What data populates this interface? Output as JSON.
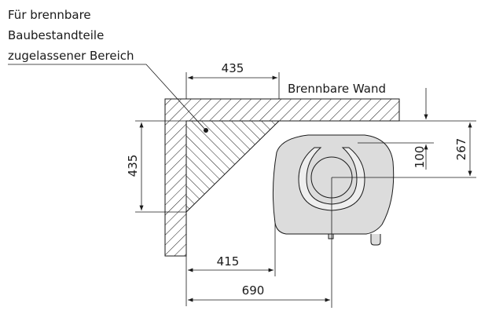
{
  "labels": {
    "zone_line1": "Für brennbare",
    "zone_line2": "Baubestandteile",
    "zone_line3": "zugelassener Bereich",
    "wall": "Brennbare Wand"
  },
  "dimensions": {
    "top_width": "435",
    "left_height": "435",
    "stove_gap": "100",
    "stove_depth": "267",
    "front_offset": "415",
    "center_offset": "690"
  },
  "colors": {
    "line": "#1a1a1a",
    "stove_fill": "#dcdcdc",
    "background": "#ffffff"
  }
}
